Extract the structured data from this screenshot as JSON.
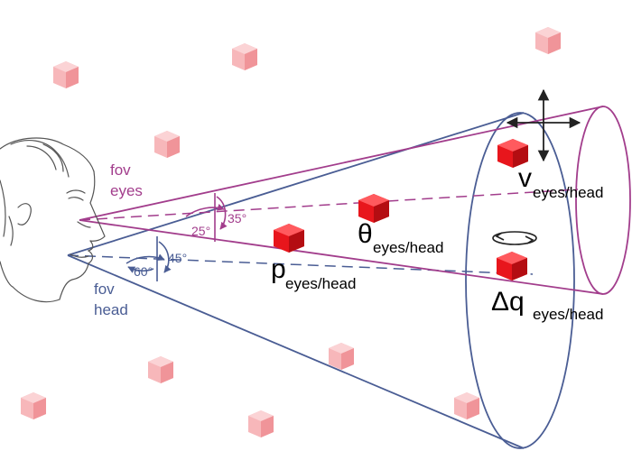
{
  "labels": {
    "fov_eyes_1": "fov",
    "fov_eyes_2": "eyes",
    "fov_head_1": "fov",
    "fov_head_2": "head",
    "angle_35": "35°",
    "angle_25": "25°",
    "angle_45": "45°",
    "angle_60": "60°",
    "v_sym": "v",
    "v_sub": "eyes/head",
    "theta_sym": "θ",
    "theta_sub": "eyes/head",
    "p_sym": "p",
    "p_sub": "eyes/head",
    "dq_sym": "Δq",
    "dq_sub": "eyes/head"
  },
  "colors": {
    "eyes": "#a23d8c",
    "head": "#4a5d94",
    "cube_red": "#e8161c",
    "cube_pink": "#f7a8ac"
  }
}
